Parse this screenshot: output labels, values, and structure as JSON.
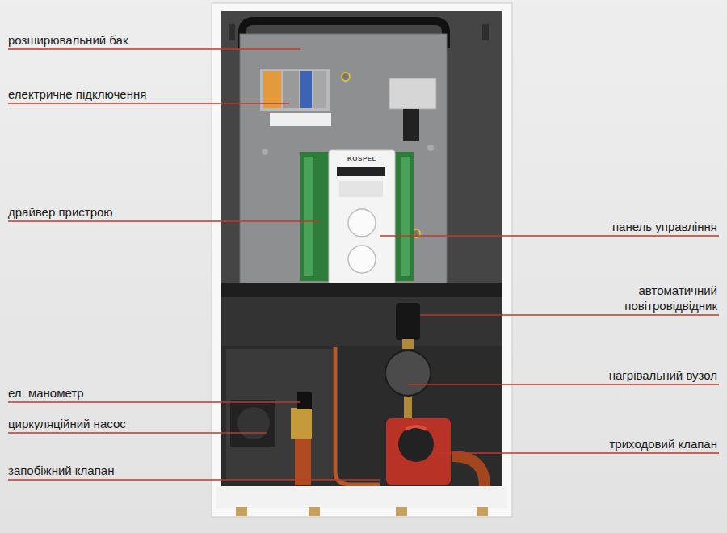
{
  "diagram": {
    "labels": [
      "розширювальний бак",
      "електричне підключення",
      "KOSPEL",
      "драйвер пристрою",
      "панель управління",
      "автоматичний повітровідвідник",
      "нагрівальний вузол",
      "ел. манометр",
      "циркуляційний насос",
      "триходовий клапан",
      "запобіжний клапан"
    ]
  }
}
